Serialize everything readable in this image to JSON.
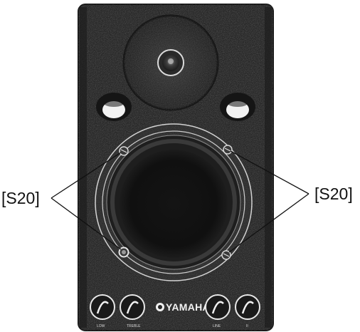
{
  "callouts": {
    "left_label": "[S20]",
    "right_label": "[S20]"
  },
  "front_panel": {
    "brand": "YAMAHA",
    "knob_labels": [
      "LOW",
      "TREBLE",
      "LINE",
      "II"
    ]
  },
  "colors": {
    "cabinet": "#272727",
    "cabinet_edge": "#1a1a1a",
    "woofer_cone": "#121212",
    "surround_ring": "#1e1e1e",
    "port_opening": "#f2f2f2",
    "leader_line": "#111111"
  },
  "icons": {
    "brand_logo": "tuning-fork-emblem",
    "knob": "rotary-knob",
    "screw": "screw-head"
  }
}
